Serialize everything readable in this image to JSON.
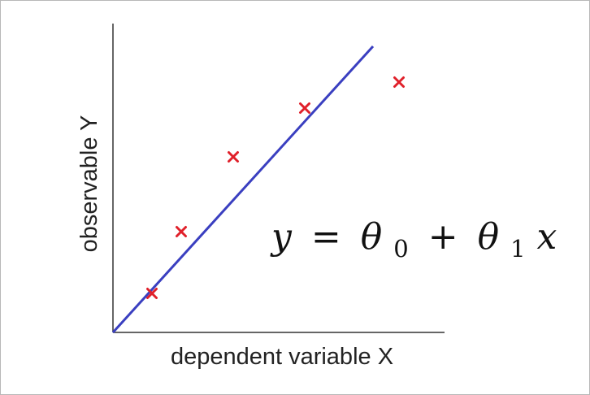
{
  "chart_data": {
    "type": "scatter",
    "xlabel": "dependent variable X",
    "ylabel": "observable Y",
    "xlim": [
      0,
      10
    ],
    "ylim": [
      0,
      10
    ],
    "grid": false,
    "points": [
      {
        "x": 1.2,
        "y": 1.2
      },
      {
        "x": 2.1,
        "y": 3.1
      },
      {
        "x": 3.7,
        "y": 5.4
      },
      {
        "x": 5.9,
        "y": 6.9
      },
      {
        "x": 8.8,
        "y": 7.7
      }
    ],
    "fit_line": {
      "x1": 0,
      "y1": 0,
      "x2": 8.0,
      "y2": 8.8
    },
    "equation": {
      "y": "y",
      "eq": "=",
      "theta": "θ",
      "sub0": "0",
      "plus": "+",
      "sub1": "1",
      "x": "x"
    },
    "colors": {
      "points": "#e0202a",
      "line": "#3a3fc0",
      "axes": "#333333"
    }
  }
}
